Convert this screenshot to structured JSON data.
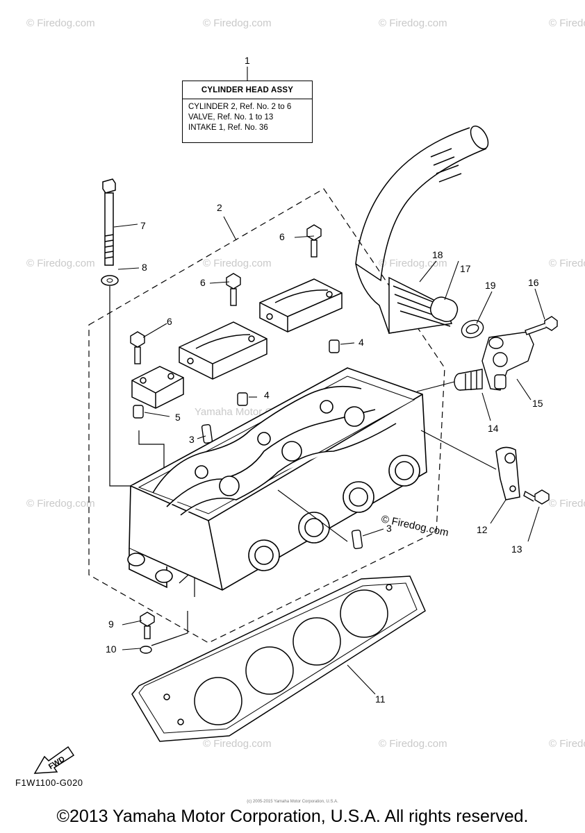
{
  "label_box": {
    "title": "CYLINDER HEAD ASSY",
    "lines": [
      "CYLINDER 2, Ref. No. 2 to 6",
      "VALVE, Ref. No. 1 to 13",
      "INTAKE 1, Ref. No. 36"
    ]
  },
  "callouts": [
    "1",
    "2",
    "3",
    "3",
    "4",
    "4",
    "5",
    "6",
    "6",
    "6",
    "7",
    "8",
    "9",
    "10",
    "11",
    "12",
    "13",
    "14",
    "15",
    "16",
    "17",
    "18",
    "19"
  ],
  "watermarks": {
    "firedog": "© Firedog.com",
    "yamaha": "Yamaha Motor Corporation"
  },
  "fwd_label": "FWD",
  "diagram_ref": "F1W1100-G020",
  "fine_print": "(c) 2005-2015 Yamaha Motor Corporation, U.S.A.",
  "copyright": "©2013 Yamaha Motor Corporation, U.S.A. All rights reserved."
}
